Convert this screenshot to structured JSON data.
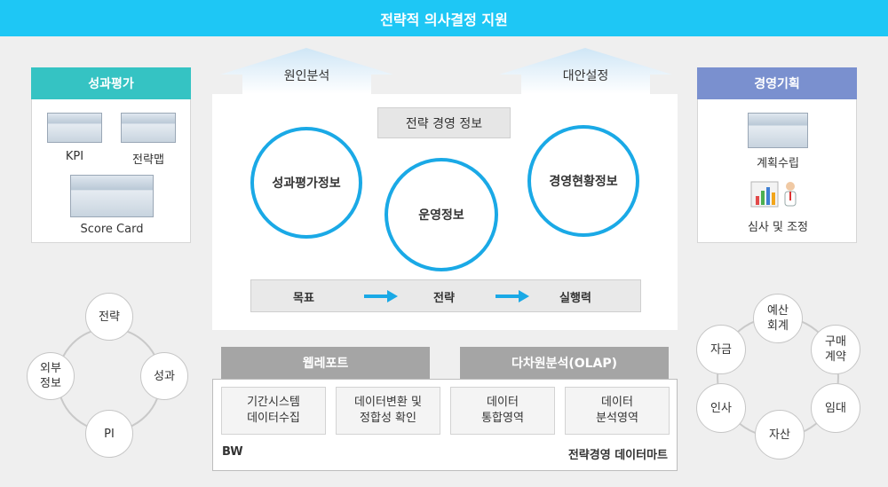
{
  "header": {
    "title": "전략적 의사결정 지원"
  },
  "left_panel": {
    "title": "성과평가",
    "items": [
      {
        "label": "KPI"
      },
      {
        "label": "전략맵"
      },
      {
        "label": "Score Card"
      }
    ]
  },
  "right_panel": {
    "title": "경영기획",
    "items": [
      {
        "label": "계획수립"
      },
      {
        "label": "심사 및 조정"
      }
    ]
  },
  "center": {
    "arrow_left": "원인분석",
    "arrow_right": "대안설정",
    "title_box": "전략 경영 정보",
    "circles": [
      "성과평가정보",
      "운영정보",
      "경영현황정보"
    ],
    "flow": [
      "목표",
      "전략",
      "실행력"
    ]
  },
  "left_cycle": {
    "nodes": [
      "전략",
      "성과",
      "PI",
      "외부\n정보"
    ]
  },
  "right_cycle": {
    "nodes": [
      "예산\n회계",
      "구매\n계약",
      "임대",
      "자산",
      "인사",
      "자금"
    ]
  },
  "bottom": {
    "tab_left": "웹레포트",
    "tab_right": "다차원분석(OLAP)",
    "boxes": [
      "기간시스템\n데이터수집",
      "데이터변환 및\n정합성 확인",
      "데이터\n통합영역",
      "데이터\n분석영역"
    ],
    "footer_left": "BW",
    "footer_right": "전략경영 데이터마트"
  },
  "colors": {
    "header": "#1ec7f5",
    "left_panel_head": "#35c3c3",
    "right_panel_head": "#7a90cf",
    "circle_border": "#1aa9e6",
    "flow_arrow": "#1aa9e6"
  }
}
